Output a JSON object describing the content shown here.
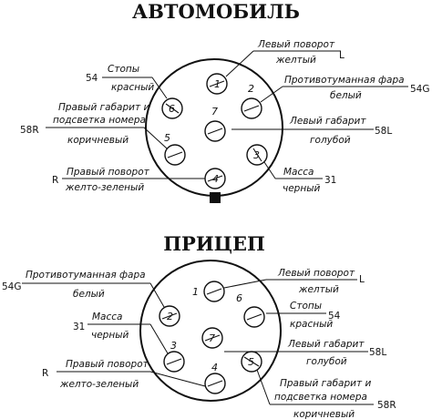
{
  "car": {
    "title": "АВТОМОБИЛЬ",
    "pins": [
      {
        "num": "1",
        "code": "L",
        "name": "Левый поворот",
        "color": "желтый"
      },
      {
        "num": "2",
        "code": "54G",
        "name": "Противотуманная фара",
        "color": "белый"
      },
      {
        "num": "3",
        "code": "31",
        "name": "Масса",
        "color": "черный"
      },
      {
        "num": "4",
        "code": "R",
        "name": "Правый поворот",
        "color": "желто-зеленый"
      },
      {
        "num": "5",
        "code": "58R",
        "name_line1": "Правый габарит и",
        "name_line2": "подсветка номера",
        "color": "коричневый"
      },
      {
        "num": "6",
        "code": "54",
        "name": "Стопы",
        "color": "красный"
      },
      {
        "num": "7",
        "code": "58L",
        "name": "Левый габарит",
        "color": "голубой"
      }
    ]
  },
  "trailer": {
    "title": "ПРИЦЕП",
    "pins": [
      {
        "num": "1",
        "code": "L",
        "name": "Левый поворот",
        "color": "желтый"
      },
      {
        "num": "2",
        "code": "54G",
        "name": "Противотуманная фара",
        "color": "белый"
      },
      {
        "num": "3",
        "code": "31",
        "name": "Масса",
        "color": "черный"
      },
      {
        "num": "4",
        "code": "R",
        "name": "Правый поворот",
        "color": "желто-зеленый"
      },
      {
        "num": "5",
        "code": "58R",
        "name_line1": "Правый габарит и",
        "name_line2": "подсветка номера",
        "color": "коричневый"
      },
      {
        "num": "6",
        "code": "54",
        "name": "Стопы",
        "color": "красный"
      },
      {
        "num": "7",
        "code": "58L",
        "name": "Левый габарит",
        "color": "голубой"
      }
    ]
  }
}
